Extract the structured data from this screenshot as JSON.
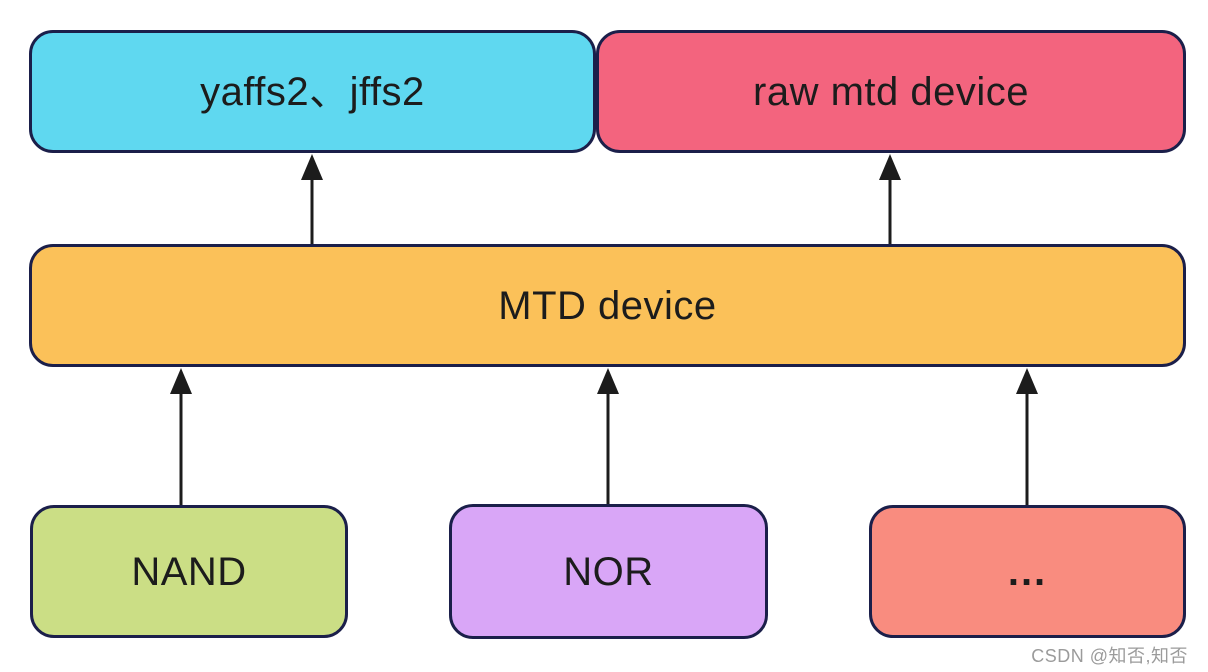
{
  "diagram": {
    "description": "MTD (Memory Technology Device) layer stack diagram",
    "border_color": "#1b1f4a",
    "arrow_color": "#1c1c1c",
    "nodes": [
      {
        "id": "yaffs2",
        "label": "yaffs2、jffs2",
        "fill": "#5fd8f0",
        "row": "top"
      },
      {
        "id": "rawmtd",
        "label": "raw mtd device",
        "fill": "#f3647e",
        "row": "top"
      },
      {
        "id": "mtd",
        "label": "MTD device",
        "fill": "#fbc159",
        "row": "middle"
      },
      {
        "id": "nand",
        "label": "NAND",
        "fill": "#cbde85",
        "row": "bottom"
      },
      {
        "id": "nor",
        "label": "NOR",
        "fill": "#d9a6f7",
        "row": "bottom"
      },
      {
        "id": "other",
        "label": "...",
        "fill": "#f98c7f",
        "row": "bottom"
      }
    ],
    "edges": [
      {
        "from": "mtd",
        "to": "yaffs2"
      },
      {
        "from": "mtd",
        "to": "rawmtd"
      },
      {
        "from": "nand",
        "to": "mtd"
      },
      {
        "from": "nor",
        "to": "mtd"
      },
      {
        "from": "other",
        "to": "mtd"
      }
    ]
  },
  "watermark": {
    "text": "CSDN @知否,知否",
    "color": "#9b9b9b"
  }
}
